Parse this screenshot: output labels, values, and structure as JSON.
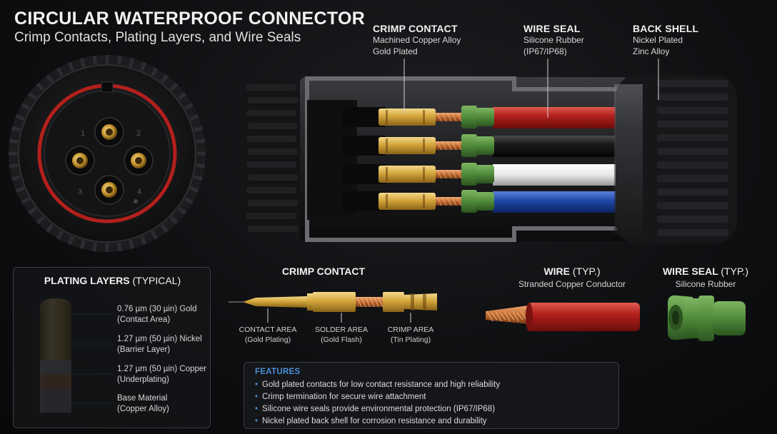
{
  "header": {
    "title": "CIRCULAR WATERPROOF CONNECTOR",
    "subtitle": "Crimp Contacts, Plating Layers, and Wire Seals"
  },
  "callouts": {
    "crimp_contact": {
      "heading": "CRIMP CONTACT",
      "line1": "Machined Copper Alloy",
      "line2": "Gold Plated"
    },
    "wire_seal": {
      "heading": "WIRE SEAL",
      "line1": "Silicone Rubber",
      "line2": "(IP67/IP68)"
    },
    "back_shell": {
      "heading": "BACK SHELL",
      "line1": "Nickel Plated",
      "line2": "Zinc Alloy"
    }
  },
  "face_view": {
    "pin_numbers": [
      "1",
      "2",
      "3",
      "4"
    ]
  },
  "plating": {
    "title_bold": "PLATING LAYERS",
    "title_light": "(TYPICAL)",
    "layers": [
      {
        "line1": "0.76 µm (30 µin) Gold",
        "line2": "(Contact Area)"
      },
      {
        "line1": "1.27 µm (50 µin) Nickel",
        "line2": "(Barrier Layer)"
      },
      {
        "line1": "1.27 µm (50 µin) Copper",
        "line2": "(Underplating)"
      },
      {
        "line1": "Base Material",
        "line2": "(Copper Alloy)"
      }
    ]
  },
  "crimp_detail": {
    "heading": "CRIMP CONTACT",
    "areas": [
      {
        "line1": "CONTACT AREA",
        "line2": "(Gold Plating)"
      },
      {
        "line1": "SOLDER AREA",
        "line2": "(Gold Flash)"
      },
      {
        "line1": "CRIMP AREA",
        "line2": "(Tin Plating)"
      }
    ]
  },
  "wire_detail": {
    "heading_bold": "WIRE",
    "heading_light": "(TYP.)",
    "sub": "Stranded Copper Conductor"
  },
  "seal_detail": {
    "heading_bold": "WIRE SEAL",
    "heading_light": "(TYP.)",
    "sub": "Silicone Rubber"
  },
  "features": {
    "title": "FEATURES",
    "items": [
      "Gold plated contacts for low contact resistance and high reliability",
      "Crimp termination for secure wire attachment",
      "Silicone wire seals provide environmental protection (IP67/IP68)",
      "Nickel plated back shell for corrosion resistance and durability"
    ]
  },
  "colors": {
    "gold": "#d4a63c",
    "seal_green": "#4f8a3a",
    "wire_red": "#b3201c",
    "wire_white": "#e8e8e8",
    "wire_blue": "#1d47a8",
    "wire_black": "#1a1a1a",
    "accent_blue": "#4a8fd8"
  }
}
